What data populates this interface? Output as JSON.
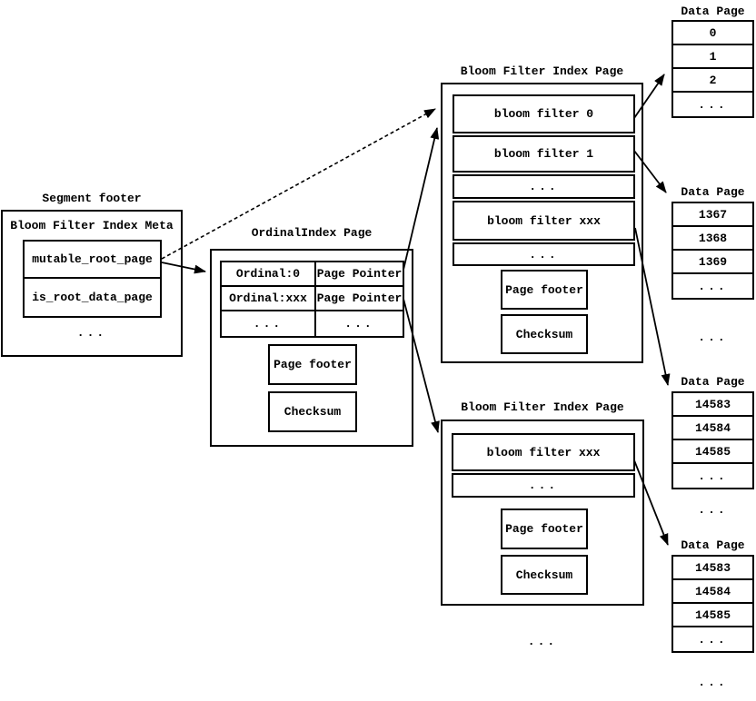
{
  "colors": {
    "line": "#000000",
    "text": "#000000",
    "background": "#ffffff"
  },
  "segment_footer": {
    "title": "Segment footer",
    "meta_label": "Bloom Filter Index Meta",
    "fields": [
      "mutable_root_page",
      "is_root_data_page"
    ],
    "ellipsis": "..."
  },
  "ordinal_index_page": {
    "title": "OrdinalIndex Page",
    "table": {
      "rows": [
        {
          "ordinal": "Ordinal:0",
          "pointer": "Page Pointer"
        },
        {
          "ordinal": "Ordinal:xxx",
          "pointer": "Page Pointer"
        },
        {
          "ordinal": "...",
          "pointer": "..."
        }
      ]
    },
    "page_footer": "Page footer",
    "checksum": "Checksum"
  },
  "bloom_filter_index_page_top": {
    "title": "Bloom Filter Index Page",
    "rows": [
      "bloom filter 0",
      "bloom filter 1",
      "...",
      "bloom filter xxx",
      "..."
    ],
    "page_footer": "Page footer",
    "checksum": "Checksum"
  },
  "bloom_filter_index_page_bottom": {
    "title": "Bloom Filter Index Page",
    "rows": [
      "bloom filter xxx",
      "..."
    ],
    "page_footer": "Page footer",
    "checksum": "Checksum",
    "ellipsis_below": "..."
  },
  "data_pages": [
    {
      "title": "Data Page",
      "rows": [
        "0",
        "1",
        "2",
        "..."
      ]
    },
    {
      "title": "Data Page",
      "rows": [
        "1367",
        "1368",
        "1369",
        "..."
      ],
      "ellipsis_below": "..."
    },
    {
      "title": "Data Page",
      "rows": [
        "14583",
        "14584",
        "14585",
        "..."
      ],
      "ellipsis_below": "..."
    },
    {
      "title": "Data Page",
      "rows": [
        "14583",
        "14584",
        "14585",
        "..."
      ],
      "ellipsis_below": "..."
    }
  ],
  "connections": [
    {
      "from": "mutable_root_page",
      "to": "bloom-filter-index-page-top",
      "style": "dashed"
    },
    {
      "from": "mutable_root_page",
      "to": "ordinal-index-page",
      "style": "solid"
    },
    {
      "from": "ordinal-row-0-page-pointer",
      "to": "bloom-filter-index-page-top",
      "style": "solid"
    },
    {
      "from": "ordinal-row-1-page-pointer",
      "to": "bloom-filter-index-page-bottom",
      "style": "solid"
    },
    {
      "from": "bloom-filter-0",
      "to": "data-page-0",
      "style": "solid"
    },
    {
      "from": "bloom-filter-1",
      "to": "data-page-1",
      "style": "solid"
    },
    {
      "from": "bloom-filter-xxx-top",
      "to": "data-page-2",
      "style": "solid"
    },
    {
      "from": "bloom-filter-xxx-bottom",
      "to": "data-page-3",
      "style": "solid"
    }
  ]
}
